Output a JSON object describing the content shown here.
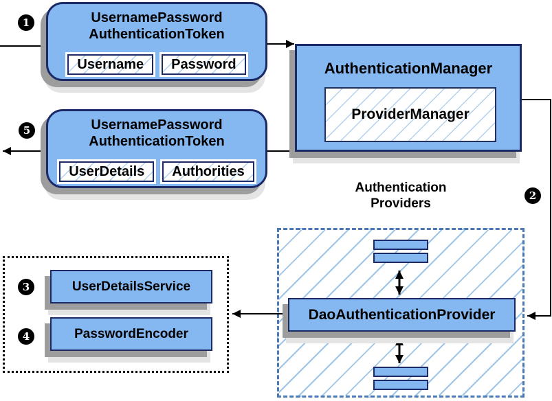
{
  "badges": {
    "step1": "1",
    "step2": "2",
    "step3": "3",
    "step4": "4",
    "step5": "5"
  },
  "request_token": {
    "title_line1": "UsernamePassword",
    "title_line2": "AuthenticationToken",
    "fields": [
      "Username",
      "Password"
    ]
  },
  "authentication_manager": {
    "title": "AuthenticationManager",
    "inner_label": "ProviderManager"
  },
  "response_token": {
    "title_line1": "UsernamePassword",
    "title_line2": "AuthenticationToken",
    "fields": [
      "UserDetails",
      "Authorities"
    ]
  },
  "authentication_providers": {
    "title_line1": "Authentication",
    "title_line2": "Providers",
    "provider_label": "DaoAuthenticationProvider"
  },
  "services": {
    "user_details_service": "UserDetailsService",
    "password_encoder": "PasswordEncoder"
  },
  "colors": {
    "box_fill": "#85b7f0",
    "box_border": "#1b2a66",
    "hatch_line": "#9ec5e8",
    "dashed_border": "#4a7ab5",
    "dotted_border": "#000000",
    "shadow": "#9d9d9d",
    "arrow": "#000000",
    "badge_bg": "#000000",
    "badge_text": "#ffffff"
  }
}
